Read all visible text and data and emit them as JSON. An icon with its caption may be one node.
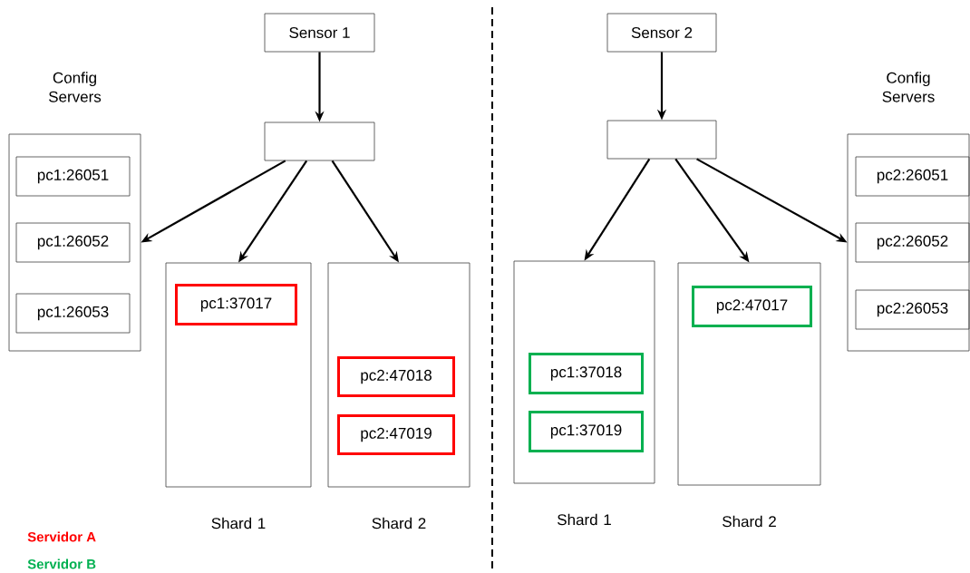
{
  "diagram": {
    "nodes": [
      {
        "text": [
          "Sensor 1"
        ]
      },
      {
        "text": [],
        "shape": "box"
      },
      {
        "text": [
          "Config Servers"
        ]
      },
      {
        "text": [
          "pc1:26051"
        ],
        "in": 2
      },
      {
        "text": [
          "pc1:26052"
        ],
        "in": 2
      },
      {
        "text": [
          "pc1:26053"
        ],
        "in": 2
      },
      {
        "text": [
          "Shard 1"
        ]
      },
      {
        "text": [
          "pc1:37017"
        ],
        "in": 6
      },
      {
        "text": [
          "Shard 2"
        ]
      },
      {
        "text": [
          "pc2:47018"
        ],
        "in": 8
      },
      {
        "text": [
          "pc2:47019"
        ],
        "in": 8
      },
      {
        "text": [
          "Sensor 2"
        ]
      },
      {
        "text": [],
        "shape": "box"
      },
      {
        "text": [
          "Shard 1"
        ]
      },
      {
        "text": [
          "pc1:37018"
        ],
        "in": 13
      },
      {
        "text": [
          "pc1:37019"
        ],
        "in": 13
      },
      {
        "text": [
          "Shard 2"
        ]
      },
      {
        "text": [
          "pc2:47017"
        ],
        "in": 16
      },
      {
        "text": [
          "Config Servers"
        ]
      },
      {
        "text": [
          "pc2:26051"
        ],
        "in": 18
      },
      {
        "text": [
          "pc2:26052"
        ],
        "in": 18
      },
      {
        "text": [
          "pc2:26053"
        ],
        "in": 18
      }
    ],
    "edges": [
      {
        "from": 0,
        "to": 1,
        "arrow": "to"
      },
      {
        "from": 1,
        "to": 2,
        "arrow": "to"
      },
      {
        "from": 1,
        "to": 6,
        "arrow": "to"
      },
      {
        "from": 1,
        "to": 8,
        "arrow": "to"
      },
      {
        "from": 11,
        "to": 12,
        "arrow": "to"
      },
      {
        "from": 12,
        "to": 13,
        "arrow": "to"
      },
      {
        "from": 12,
        "to": 16,
        "arrow": "to"
      },
      {
        "from": 12,
        "to": 18,
        "arrow": "to"
      }
    ],
    "legend": [
      {
        "text": "Servidor A",
        "color": "#ff0000"
      },
      {
        "text": "Servidor B",
        "color": "#00b050"
      }
    ]
  }
}
